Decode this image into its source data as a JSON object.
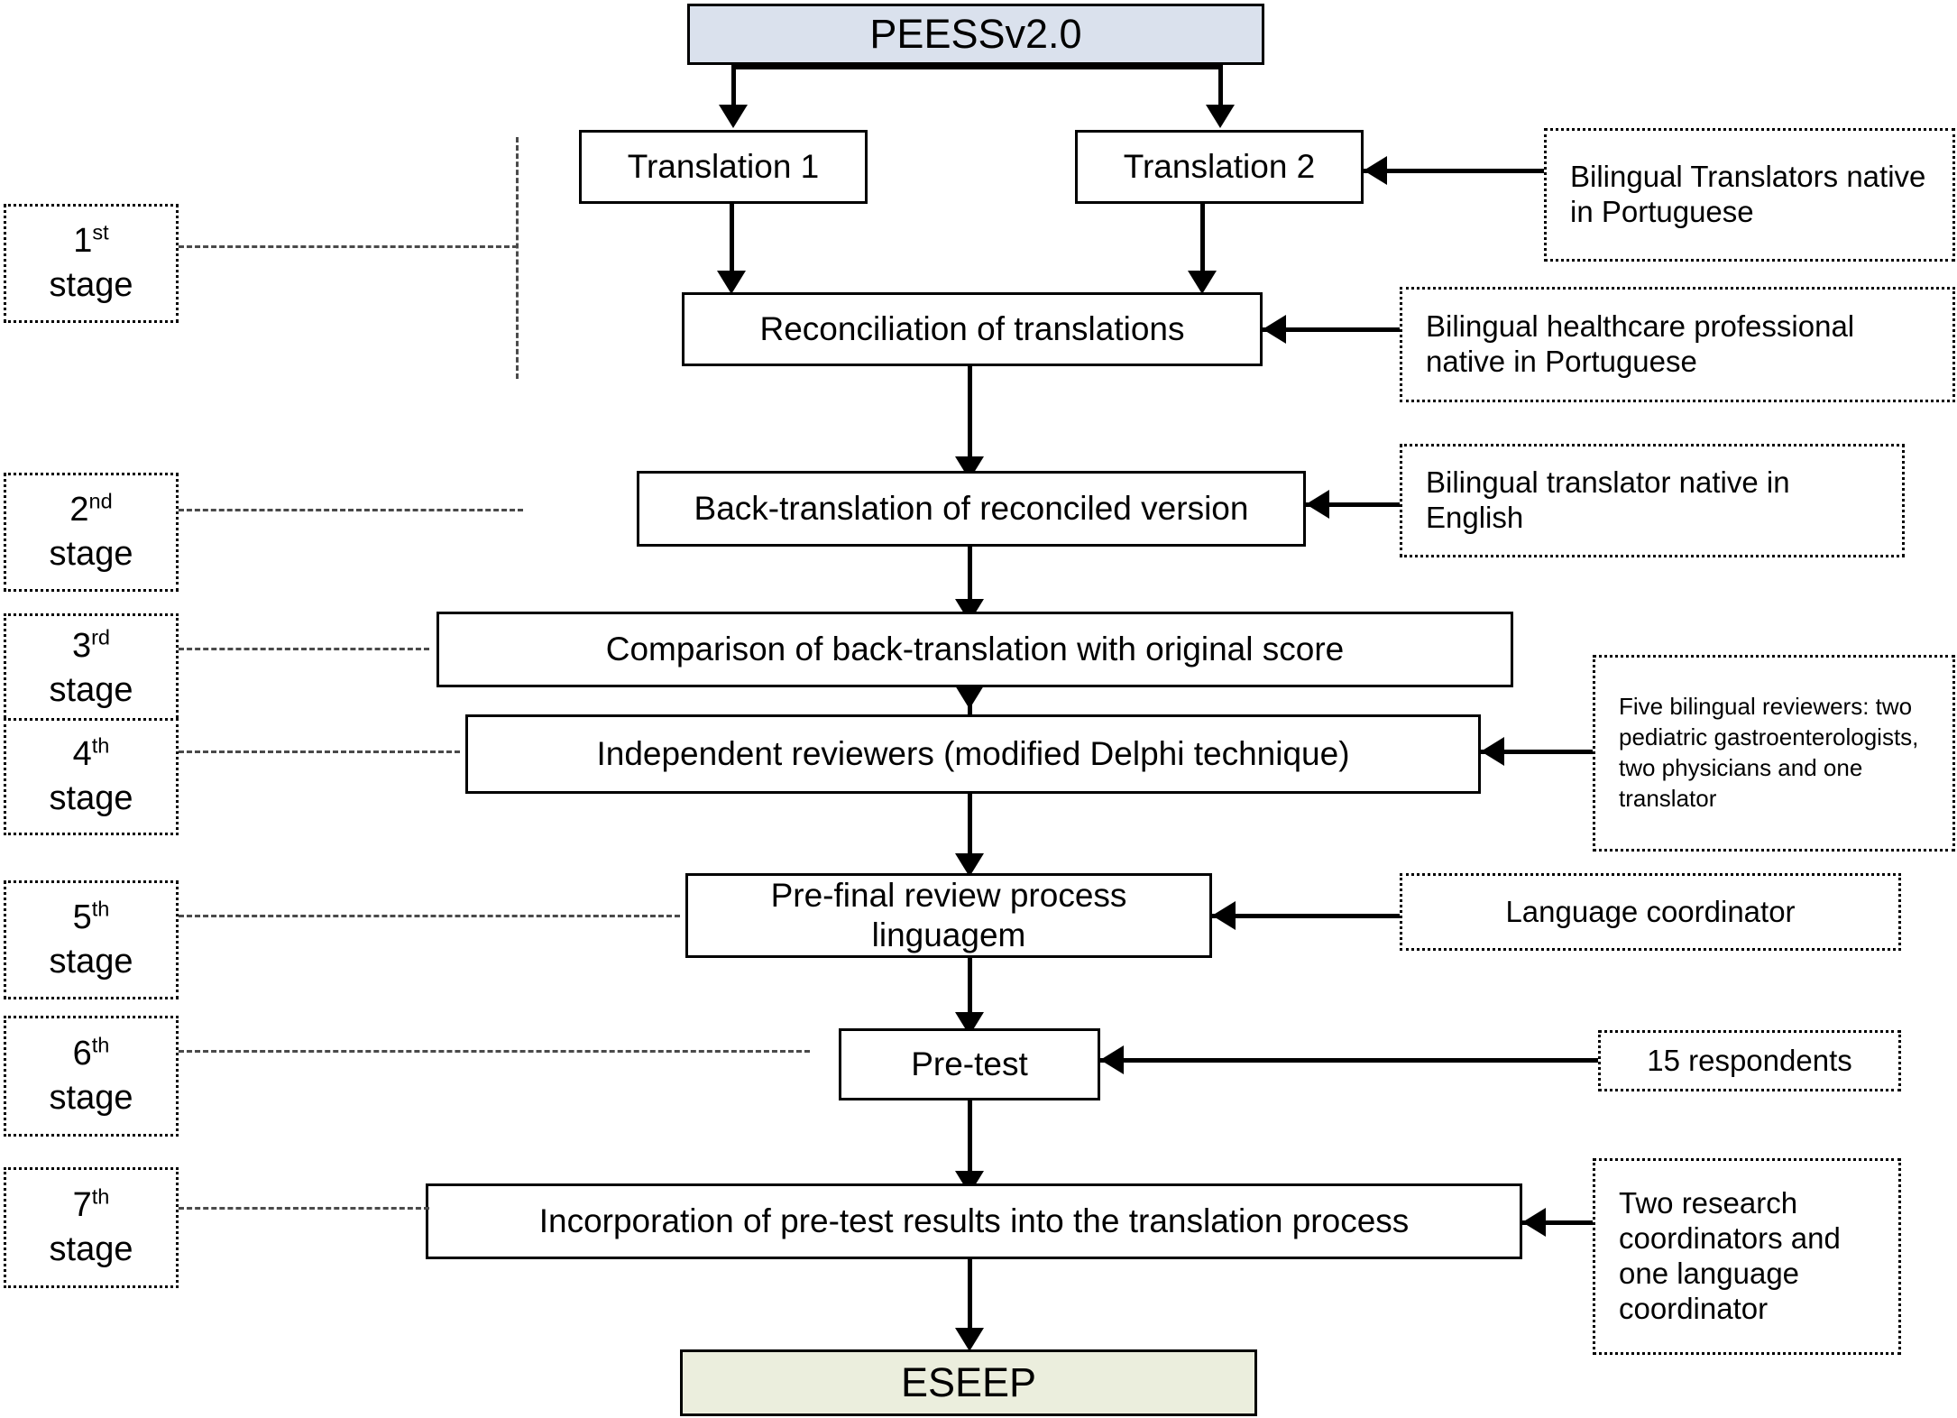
{
  "diagram": {
    "title": "PEESSv2.0 translation and cross-cultural adaptation flowchart",
    "colors": {
      "source_fill": "#dae1ed",
      "result_fill": "#ebeedd",
      "stroke": "#000000",
      "leader_line": "#4a4a4a"
    },
    "source_node": {
      "label": "PEESSv2.0"
    },
    "result_node": {
      "label": "ESEEP"
    },
    "process_nodes": [
      {
        "id": "translation1",
        "label": "Translation 1"
      },
      {
        "id": "translation2",
        "label": "Translation 2"
      },
      {
        "id": "reconciliation",
        "label": "Reconciliation of translations"
      },
      {
        "id": "back_translation",
        "label": "Back-translation of reconciled version"
      },
      {
        "id": "comparison",
        "label": "Comparison of back-translation with original score"
      },
      {
        "id": "independent_reviewers",
        "label": "Independent reviewers (modified Delphi technique)"
      },
      {
        "id": "pre_final_line1",
        "label": "Pre-final review process"
      },
      {
        "id": "pre_final_line2",
        "label": "linguagem"
      },
      {
        "id": "pre_test",
        "label": "Pre-test"
      },
      {
        "id": "incorporation",
        "label": "Incorporation of pre-test results into the translation process"
      }
    ],
    "stages": [
      {
        "id": "stage1",
        "ordinal": "1",
        "suffix": "st",
        "word": "stage"
      },
      {
        "id": "stage2",
        "ordinal": "2",
        "suffix": "nd",
        "word": "stage"
      },
      {
        "id": "stage3",
        "ordinal": "3",
        "suffix": "rd",
        "word": "stage"
      },
      {
        "id": "stage4",
        "ordinal": "4",
        "suffix": "th",
        "word": "stage"
      },
      {
        "id": "stage5",
        "ordinal": "5",
        "suffix": "th",
        "word": "stage"
      },
      {
        "id": "stage6",
        "ordinal": "6",
        "suffix": "th",
        "word": "stage"
      },
      {
        "id": "stage7",
        "ordinal": "7",
        "suffix": "th",
        "word": "stage"
      }
    ],
    "annotations": [
      {
        "id": "annot_translators",
        "label": "Bilingual Translators native in Portuguese"
      },
      {
        "id": "annot_healthcare",
        "label": "Bilingual healthcare professional native in Portuguese"
      },
      {
        "id": "annot_back_translator",
        "label": "Bilingual translator native in English"
      },
      {
        "id": "annot_reviewers",
        "label": "Five bilingual reviewers: two pediatric gastroenterologists, two physicians and one translator"
      },
      {
        "id": "annot_language_coordinator",
        "label": "Language coordinator"
      },
      {
        "id": "annot_respondents",
        "label": "15 respondents"
      },
      {
        "id": "annot_coordinators",
        "label": "Two research coordinators and one language coordinator"
      }
    ]
  }
}
